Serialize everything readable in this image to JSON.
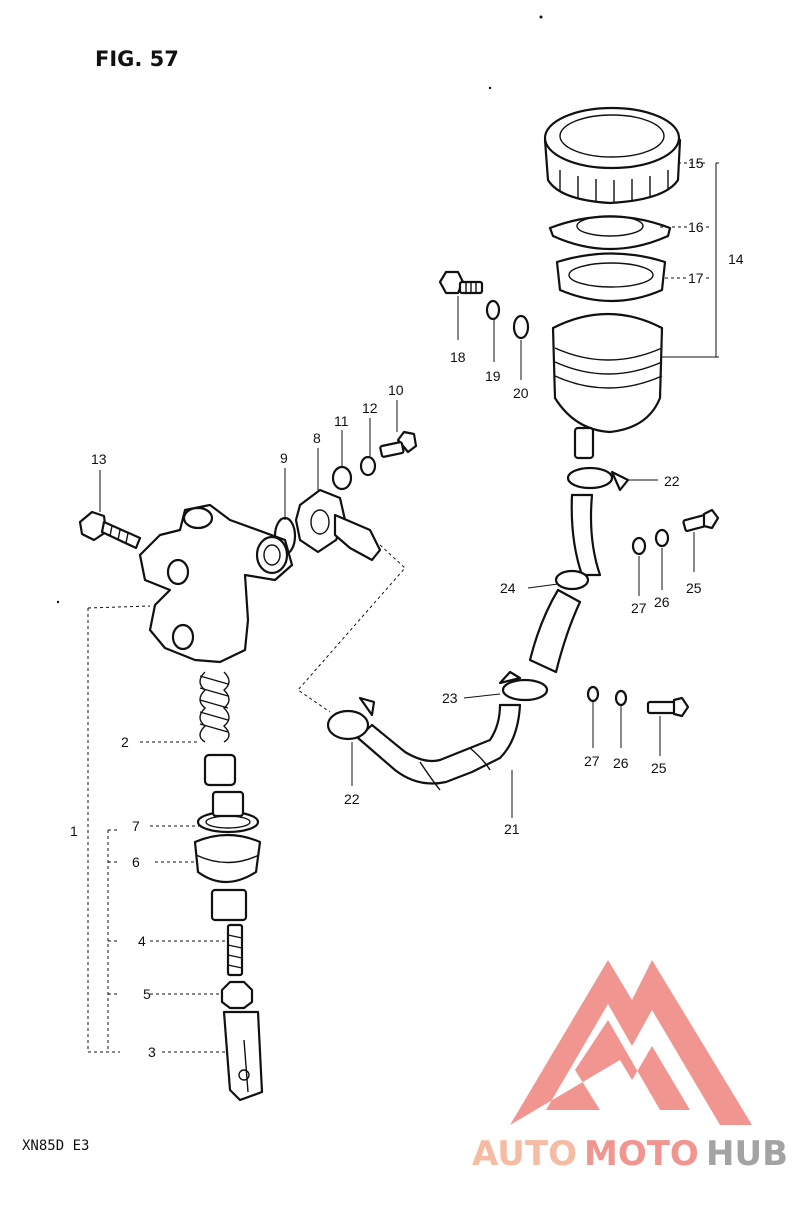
{
  "figure": {
    "title": "FIG. 57",
    "model_code": "XN85D E3"
  },
  "parts": [
    {
      "key": "p1",
      "label": "1"
    },
    {
      "key": "p2",
      "label": "2"
    },
    {
      "key": "p3",
      "label": "3"
    },
    {
      "key": "p4",
      "label": "4"
    },
    {
      "key": "p5",
      "label": "5"
    },
    {
      "key": "p6",
      "label": "6"
    },
    {
      "key": "p7",
      "label": "7"
    },
    {
      "key": "p8",
      "label": "8"
    },
    {
      "key": "p9",
      "label": "9"
    },
    {
      "key": "p10",
      "label": "10"
    },
    {
      "key": "p11",
      "label": "11"
    },
    {
      "key": "p12",
      "label": "12"
    },
    {
      "key": "p13",
      "label": "13"
    },
    {
      "key": "p14",
      "label": "14"
    },
    {
      "key": "p15",
      "label": "15"
    },
    {
      "key": "p16",
      "label": "16"
    },
    {
      "key": "p17",
      "label": "17"
    },
    {
      "key": "p18",
      "label": "18"
    },
    {
      "key": "p19",
      "label": "19"
    },
    {
      "key": "p20",
      "label": "20"
    },
    {
      "key": "p21",
      "label": "21"
    },
    {
      "key": "p22a",
      "label": "22"
    },
    {
      "key": "p22b",
      "label": "22"
    },
    {
      "key": "p23",
      "label": "23"
    },
    {
      "key": "p24",
      "label": "24"
    },
    {
      "key": "p25a",
      "label": "25"
    },
    {
      "key": "p25b",
      "label": "25"
    },
    {
      "key": "p26a",
      "label": "26"
    },
    {
      "key": "p26b",
      "label": "26"
    },
    {
      "key": "p27a",
      "label": "27"
    },
    {
      "key": "p27b",
      "label": "27"
    }
  ],
  "watermark": {
    "text_auto": "AUTO",
    "text_moto": "MOTO",
    "text_hub": "HUB",
    "color_primary": "#f08a84",
    "color_secondary": "#f5b49a",
    "color_hub": "#9a9a9a"
  }
}
